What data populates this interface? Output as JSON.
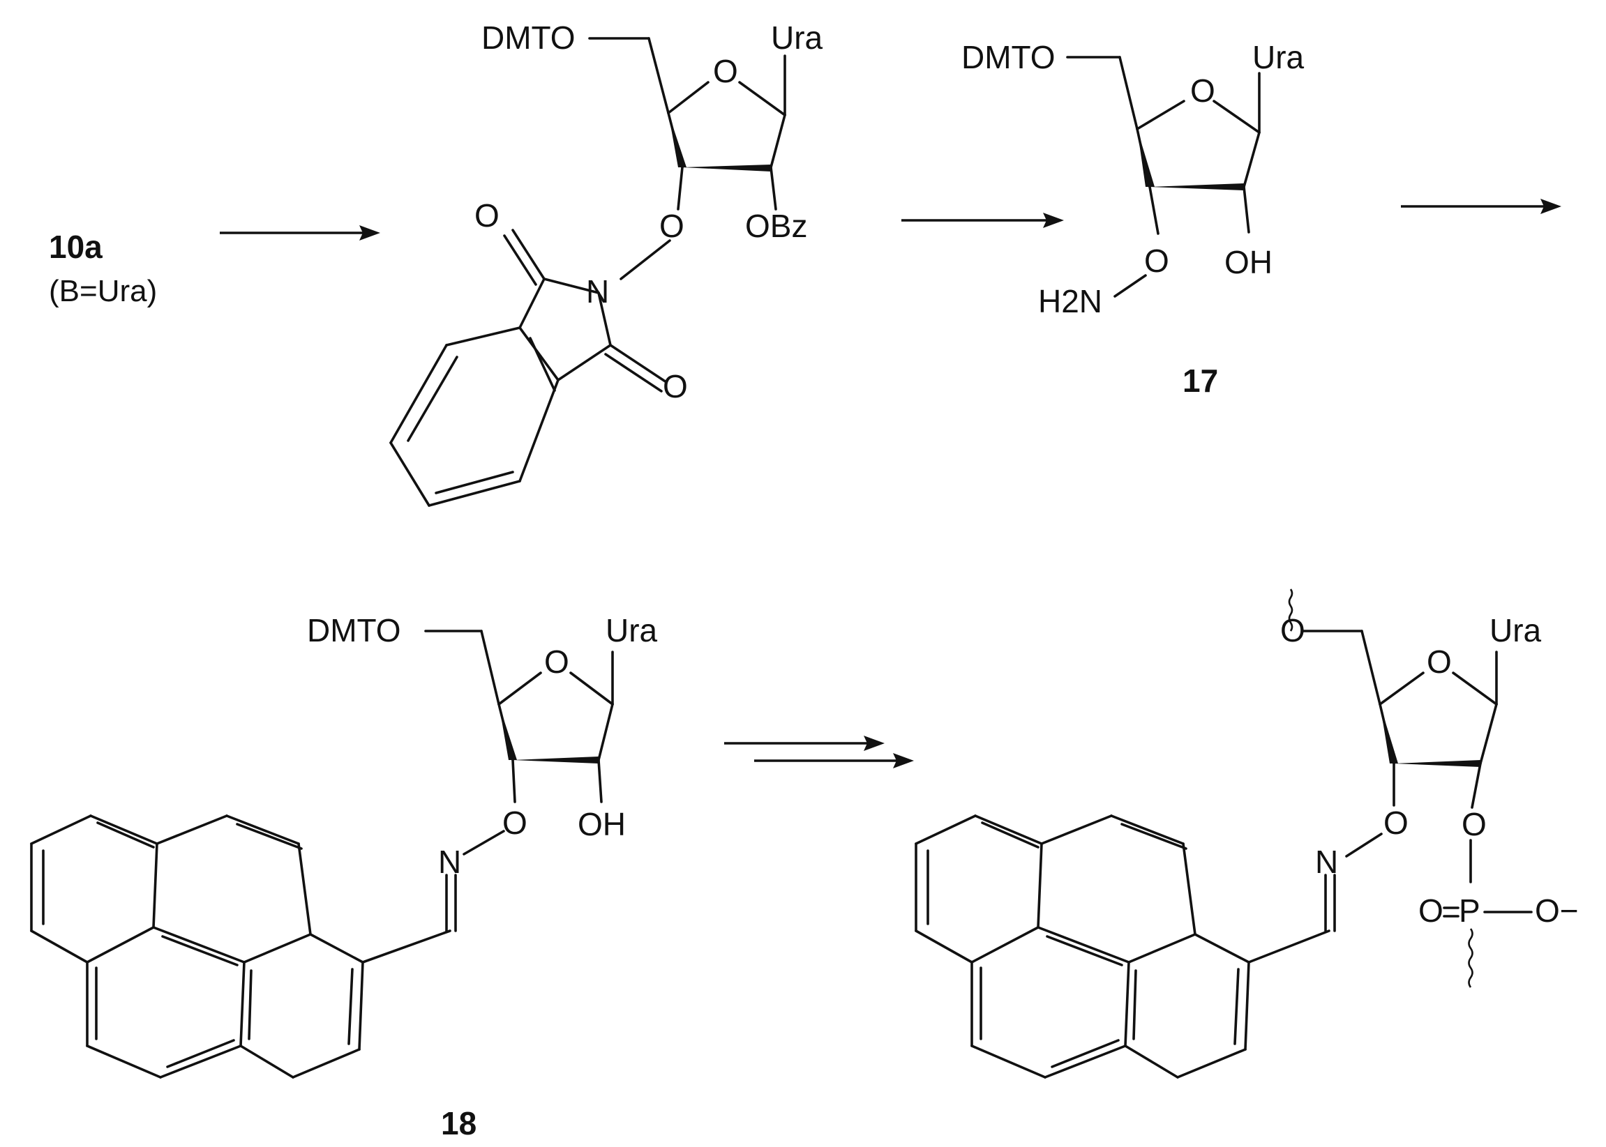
{
  "scheme": {
    "starting_material": {
      "label": "10a",
      "sublabel": "(B=Ura)"
    },
    "atom_text": {
      "dmto": "DMTO",
      "ura": "Ura",
      "o": "O",
      "n": "N",
      "obz": "OBz",
      "oh": "OH",
      "h2n": "H2N",
      "p": "P",
      "o_minus": "O−"
    },
    "compound_labels": {
      "c17": "17",
      "c18": "18"
    },
    "arrows": [
      {
        "type": "single"
      },
      {
        "type": "single"
      },
      {
        "type": "single"
      },
      {
        "type": "double"
      }
    ]
  }
}
